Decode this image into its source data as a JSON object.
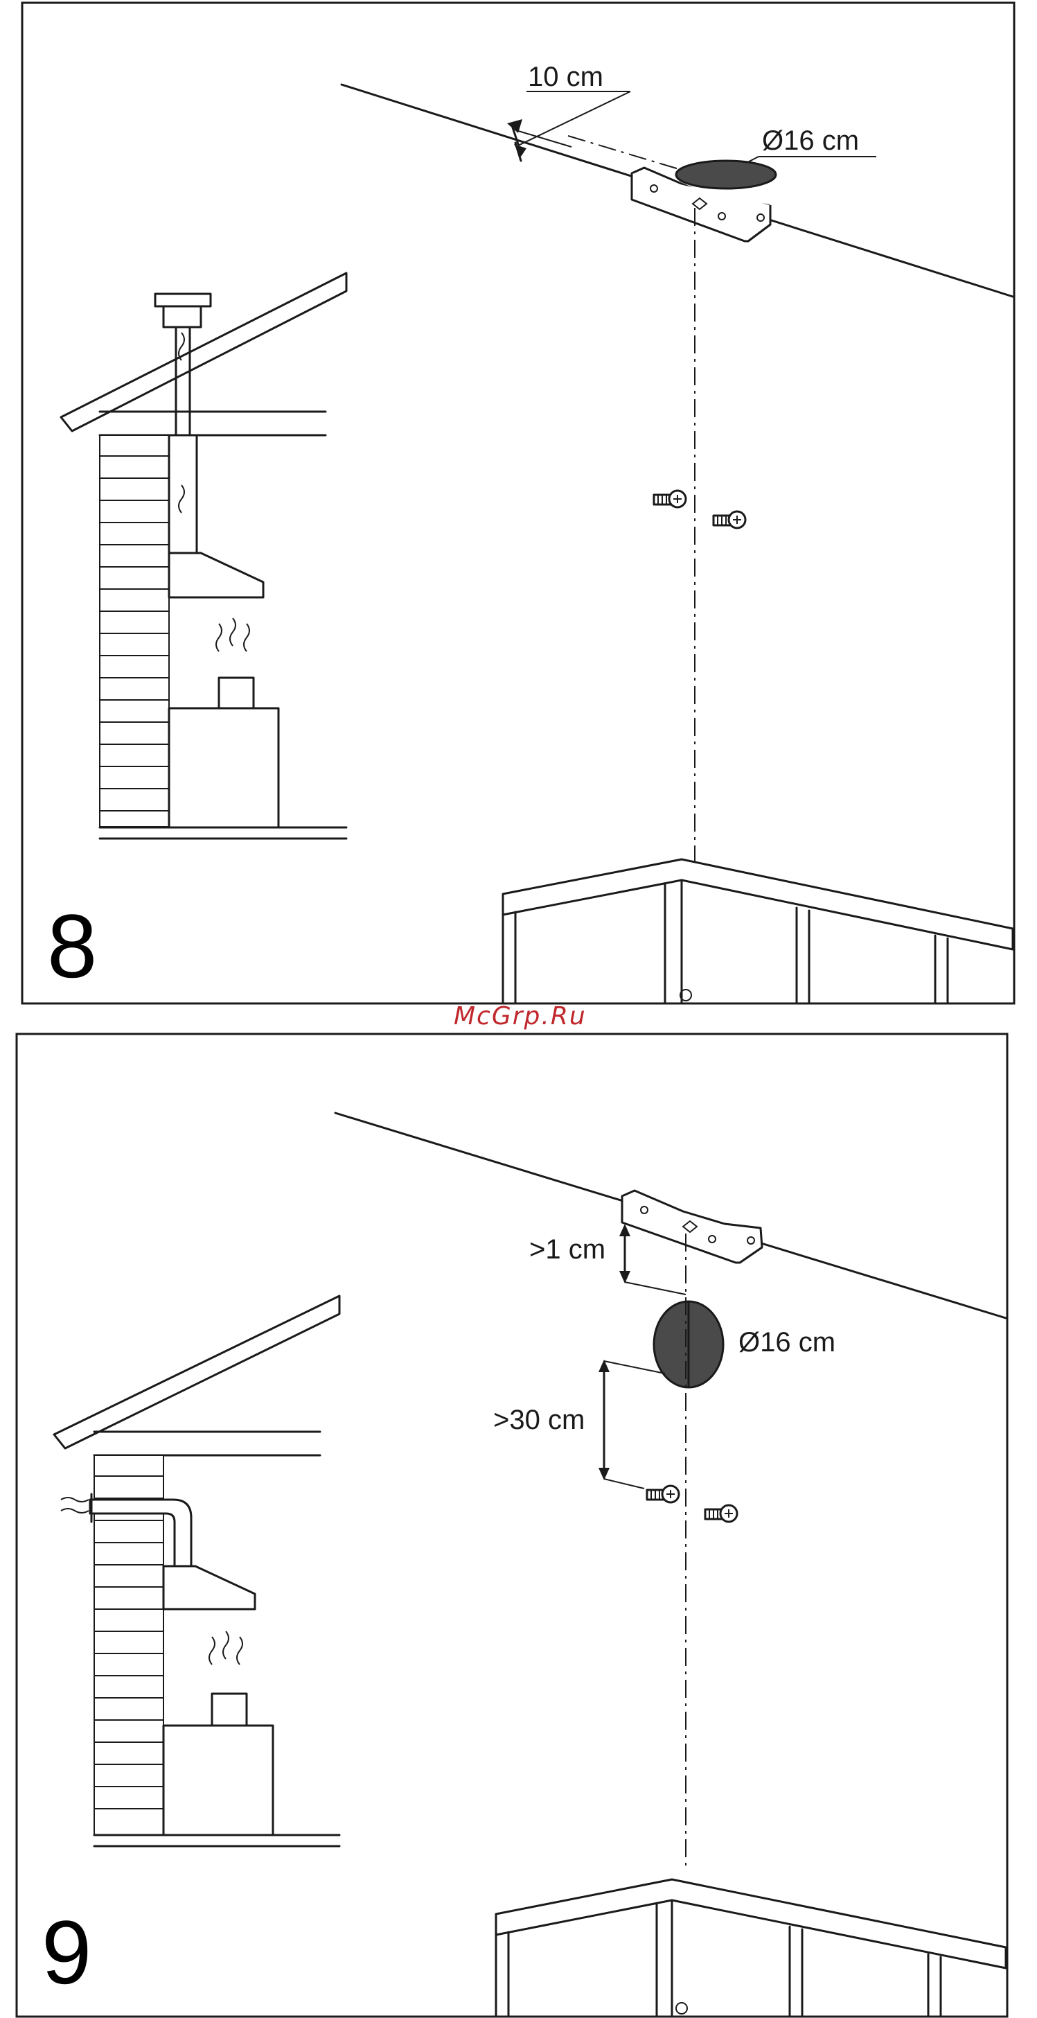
{
  "watermark": {
    "text": "McGrp.Ru",
    "color": "#c0282d"
  },
  "figure_8": {
    "number": "8",
    "dimension_offset": "10 cm",
    "dimension_diameter": "Ø16 cm"
  },
  "figure_9": {
    "number": "9",
    "dimension_top_gap": ">1 cm",
    "dimension_diameter": "Ø16 cm",
    "dimension_screw_gap": ">30 cm"
  },
  "colors": {
    "line": "#1a1a1a",
    "hole_fill": "#4a4a4a",
    "watermark": "#c0282d"
  }
}
